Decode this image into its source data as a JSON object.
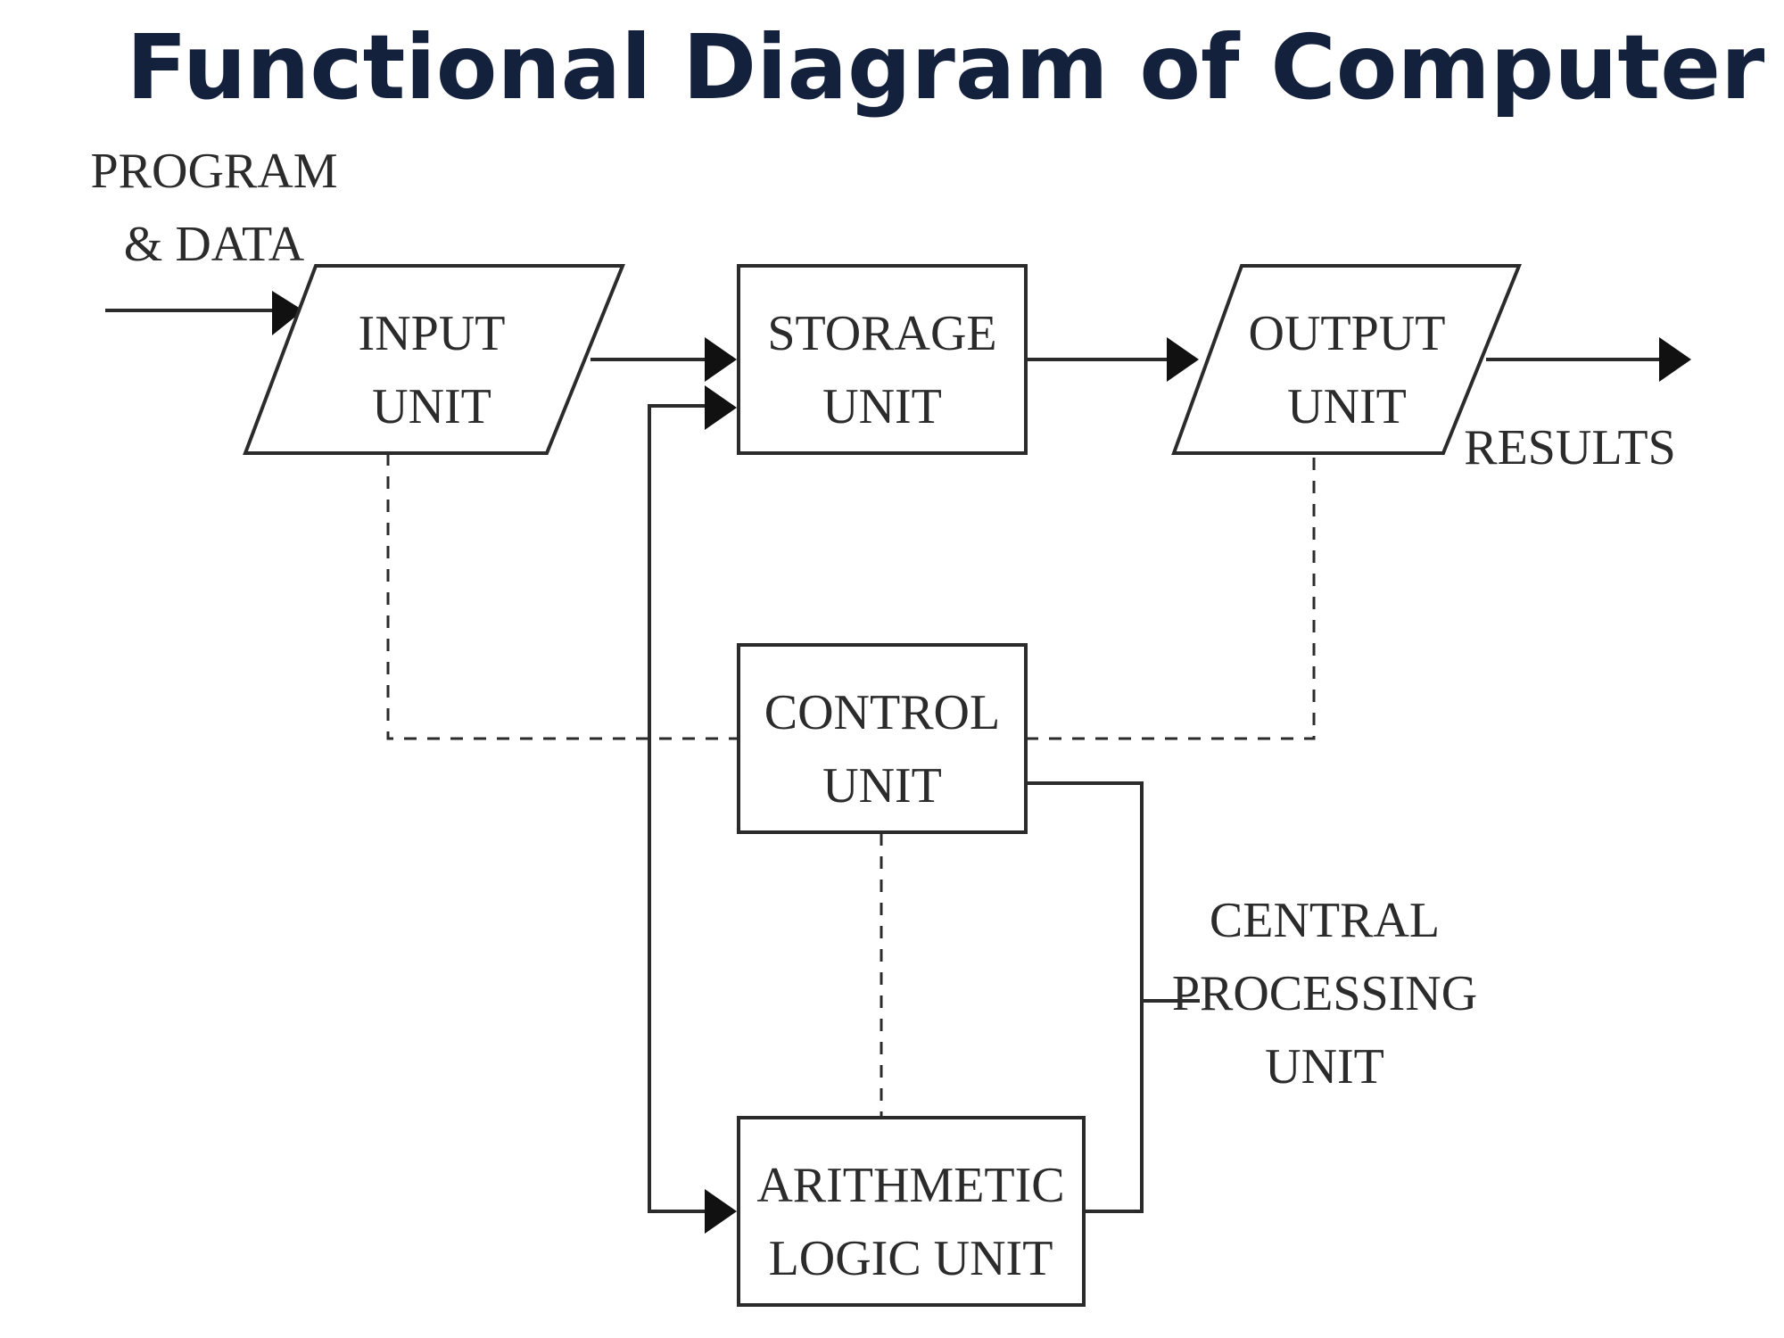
{
  "title": "Functional Diagram of Computer",
  "labels": {
    "program_data": [
      "PROGRAM",
      "& DATA"
    ],
    "results": "RESULTS",
    "cpu": [
      "CENTRAL",
      "PROCESSING",
      "UNIT"
    ]
  },
  "nodes": {
    "input_unit": [
      "INPUT",
      "UNIT"
    ],
    "storage_unit": [
      "STORAGE",
      "UNIT"
    ],
    "output_unit": [
      "OUTPUT",
      "UNIT"
    ],
    "control_unit": [
      "CONTROL",
      "UNIT"
    ],
    "alu": [
      "ARITHMETIC",
      "LOGIC UNIT"
    ]
  },
  "edges": [
    {
      "from": "program_data",
      "to": "input_unit",
      "style": "solid"
    },
    {
      "from": "input_unit",
      "to": "storage_unit",
      "style": "solid"
    },
    {
      "from": "storage_unit",
      "to": "output_unit",
      "style": "solid"
    },
    {
      "from": "output_unit",
      "to": "results",
      "style": "solid"
    },
    {
      "from": "alu",
      "to": "storage_unit",
      "style": "solid"
    },
    {
      "from": "storage_unit",
      "to": "alu",
      "style": "solid"
    },
    {
      "from": "control_unit",
      "to": "input_unit",
      "style": "dashed"
    },
    {
      "from": "control_unit",
      "to": "output_unit",
      "style": "dashed"
    },
    {
      "from": "control_unit",
      "to": "alu",
      "style": "dashed"
    }
  ],
  "colors": {
    "title": "#14213d",
    "ink": "#2b2b2b",
    "background": "#ffffff"
  }
}
